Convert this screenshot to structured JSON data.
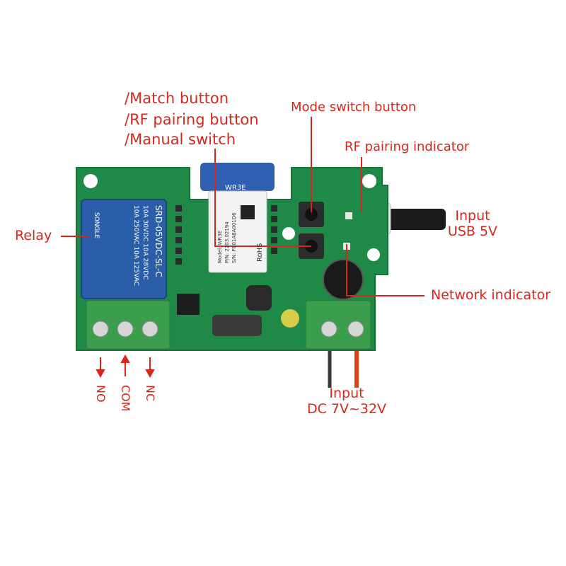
{
  "labels": {
    "match_button": "/Match button",
    "rf_pairing_button": "/RF pairing button",
    "manual_switch": "/Manual switch",
    "mode_switch_button": "Mode switch button",
    "rf_pairing_indicator": "RF pairing indicator",
    "input_usb_line1": "Input",
    "input_usb_line2": "USB 5V",
    "relay": "Relay",
    "network_indicator": "Network indicator",
    "input_dc_line1": "Input",
    "input_dc_line2": "DC 7V~32V",
    "terminal_no": "NO",
    "terminal_com": "COM",
    "terminal_nc": "NC"
  },
  "relay_markings": {
    "brand": "SONGLE",
    "model": "SRD-05VDC-SL-C",
    "rating_1": "10A 250VAC  10A 125VAC",
    "rating_2": "10A 30VDC  10A 28VDC"
  },
  "module_markings": {
    "name": "WR3E",
    "line_model": "Model: WR3E",
    "line_pn": "P/N: 2203.02194",
    "line_sn": "S/N: FB01A8A001D6",
    "rohs": "RoHS"
  },
  "colors": {
    "annotation": "#d9261c",
    "pcb": "#1f8a47",
    "terminal": "#3c9e4c",
    "relay_body": "#2b5ea8"
  }
}
